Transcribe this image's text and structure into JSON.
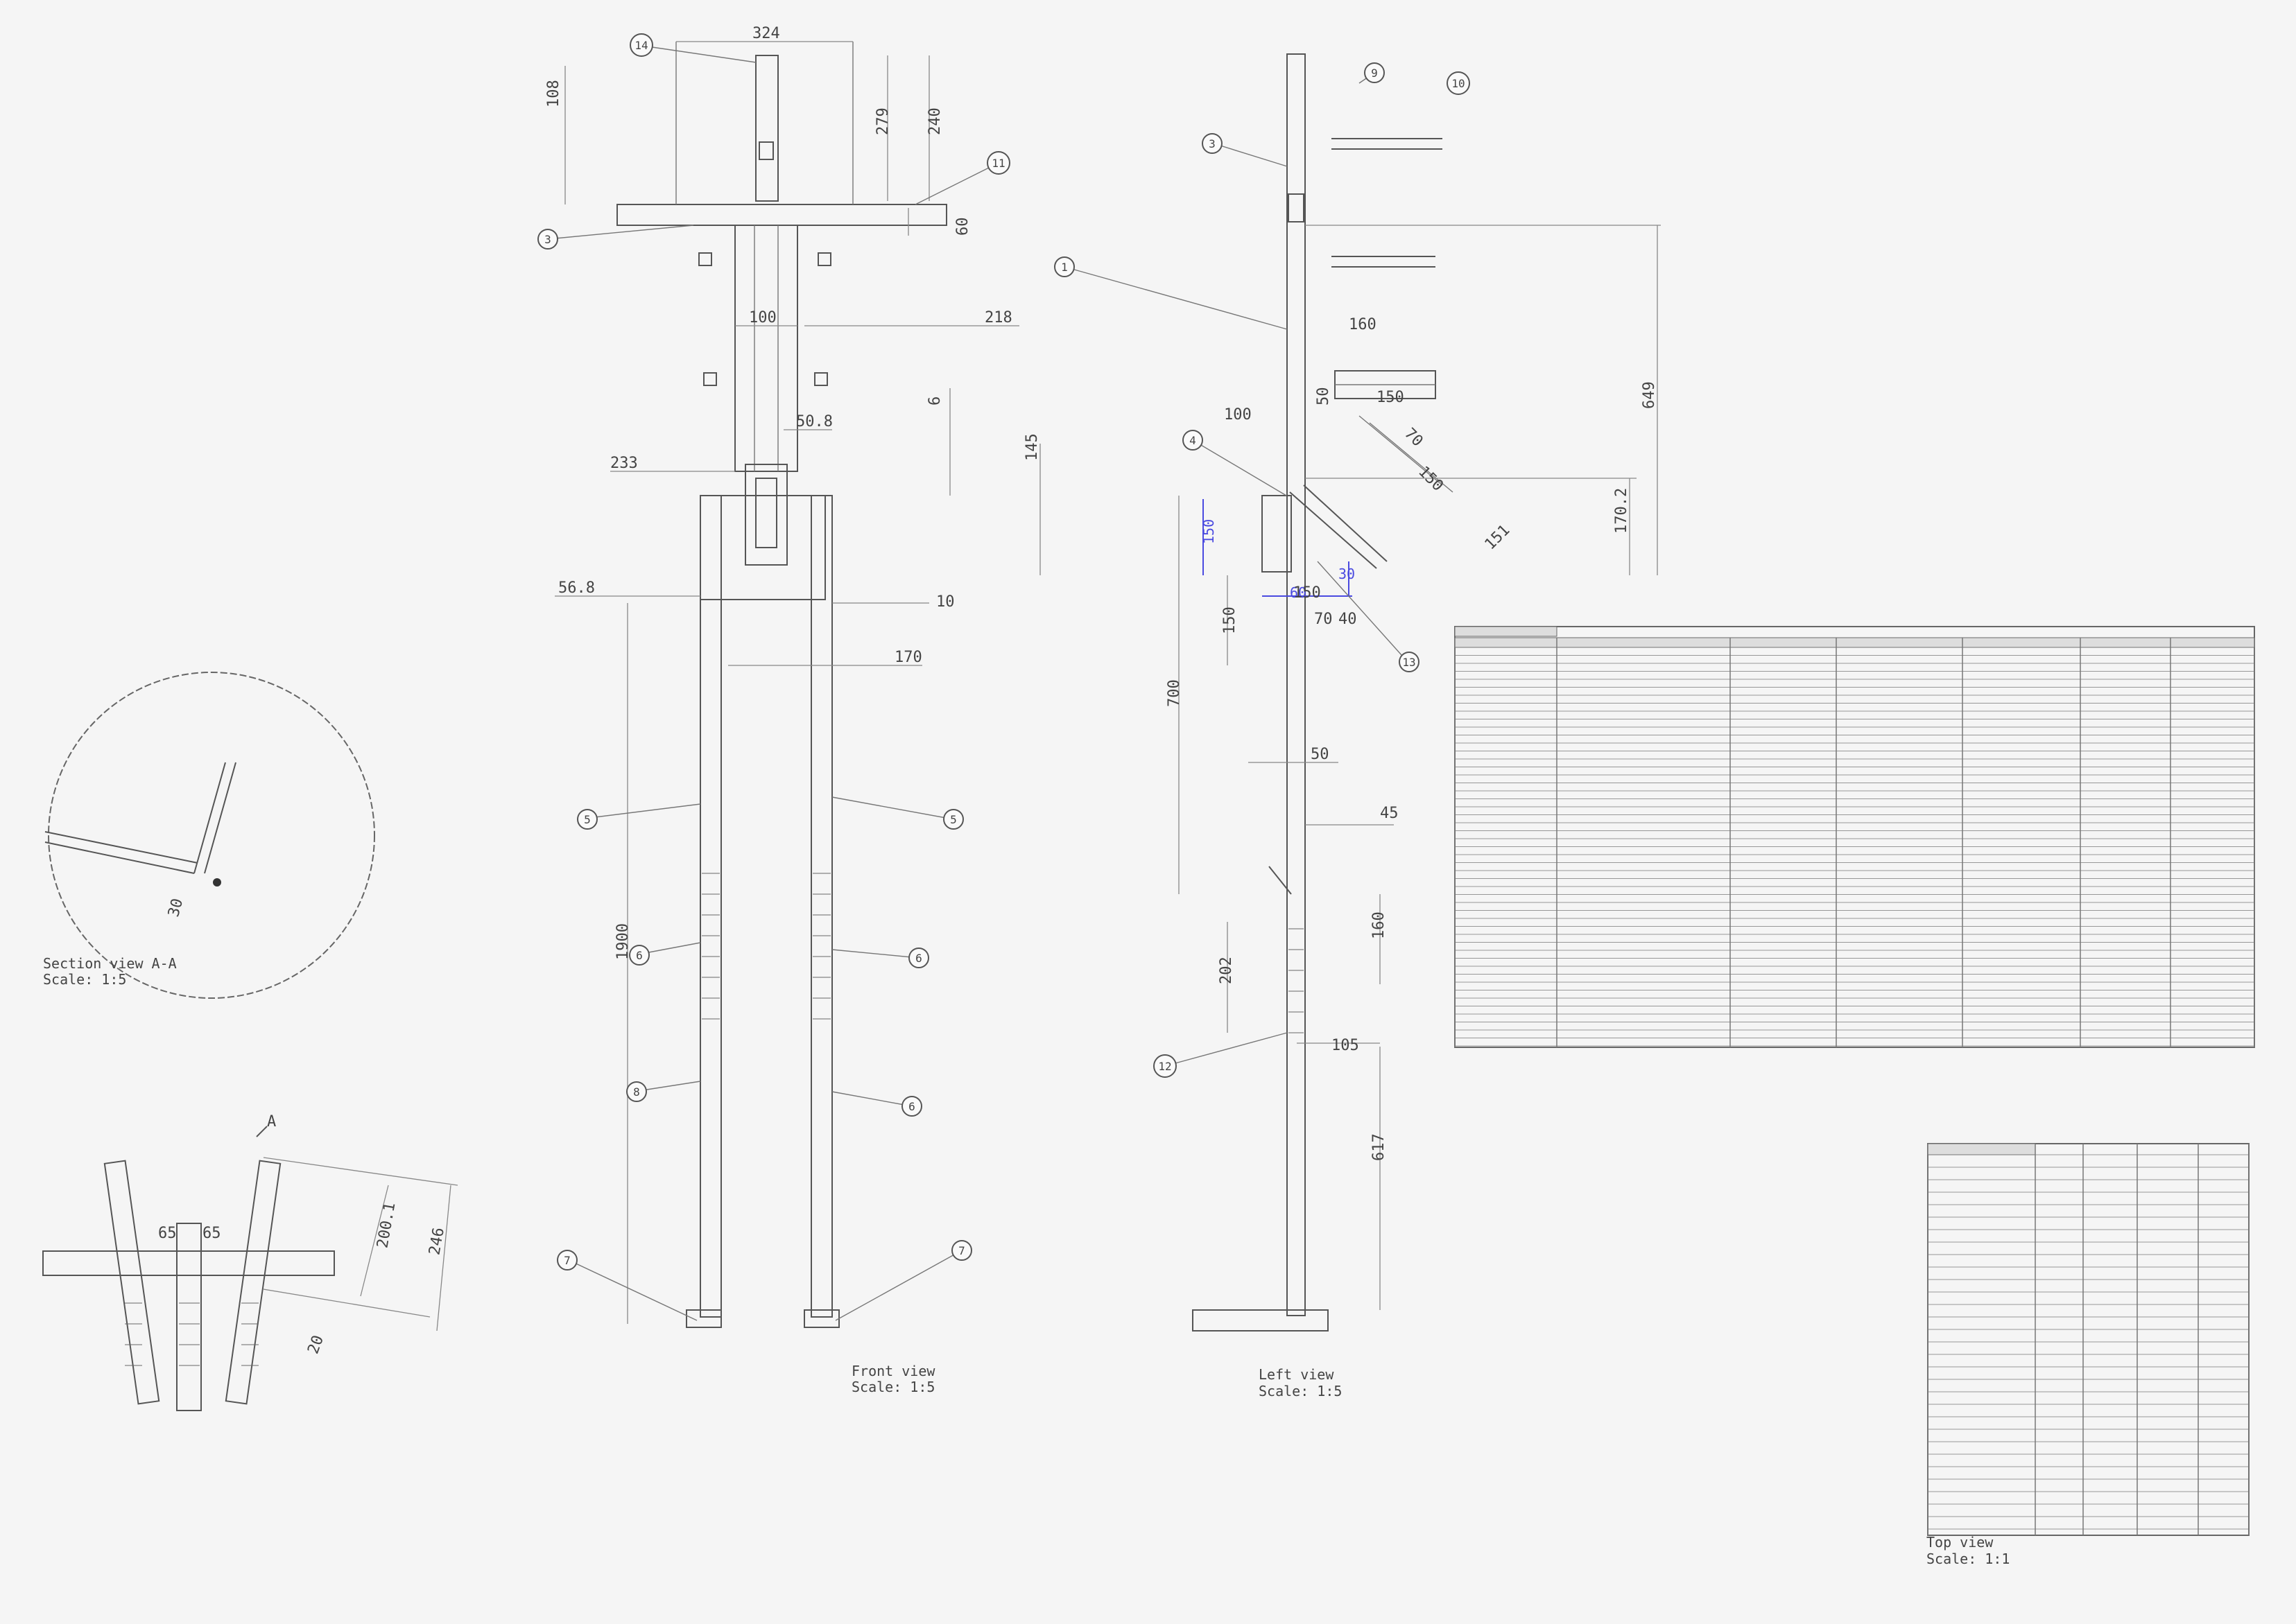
{
  "drawing": {
    "views": {
      "front": {
        "title": "Front view",
        "scale": "Scale: 1:5"
      },
      "left": {
        "title": "Left view",
        "scale": "Scale: 1:5"
      },
      "top": {
        "title": "Top view",
        "scale": "Scale: 1:1"
      },
      "section": {
        "title": "Section view A-A",
        "scale": "Scale: 1:5"
      },
      "section_mark": "A"
    },
    "dimensions_front": [
      "324",
      "108",
      "279",
      "240",
      "60",
      "100",
      "218",
      "50.8",
      "233",
      "6",
      "145",
      "56.8",
      "10",
      "170",
      "1900"
    ],
    "dimensions_left": [
      "100",
      "160",
      "50",
      "150",
      "70",
      "150",
      "151",
      "649",
      "170.2",
      "150",
      "150",
      "70",
      "40",
      "700",
      "50",
      "45",
      "202",
      "160",
      "105",
      "617"
    ],
    "dimensions_left_blue": [
      "150",
      "60",
      "30"
    ],
    "dimensions_top": [
      "65",
      "65",
      "200.1",
      "246",
      "20"
    ],
    "dimensions_section": [
      "30"
    ],
    "callouts_front": [
      "14",
      "11",
      "3",
      "5",
      "5",
      "6",
      "6",
      "8",
      "6",
      "7",
      "7"
    ],
    "callouts_left": [
      "9",
      "10",
      "3",
      "1",
      "4",
      "13",
      "12"
    ]
  },
  "colors": {
    "paper": "#f5f5f5",
    "ink": "#555555",
    "blue_dim": "#4a4ae0"
  }
}
